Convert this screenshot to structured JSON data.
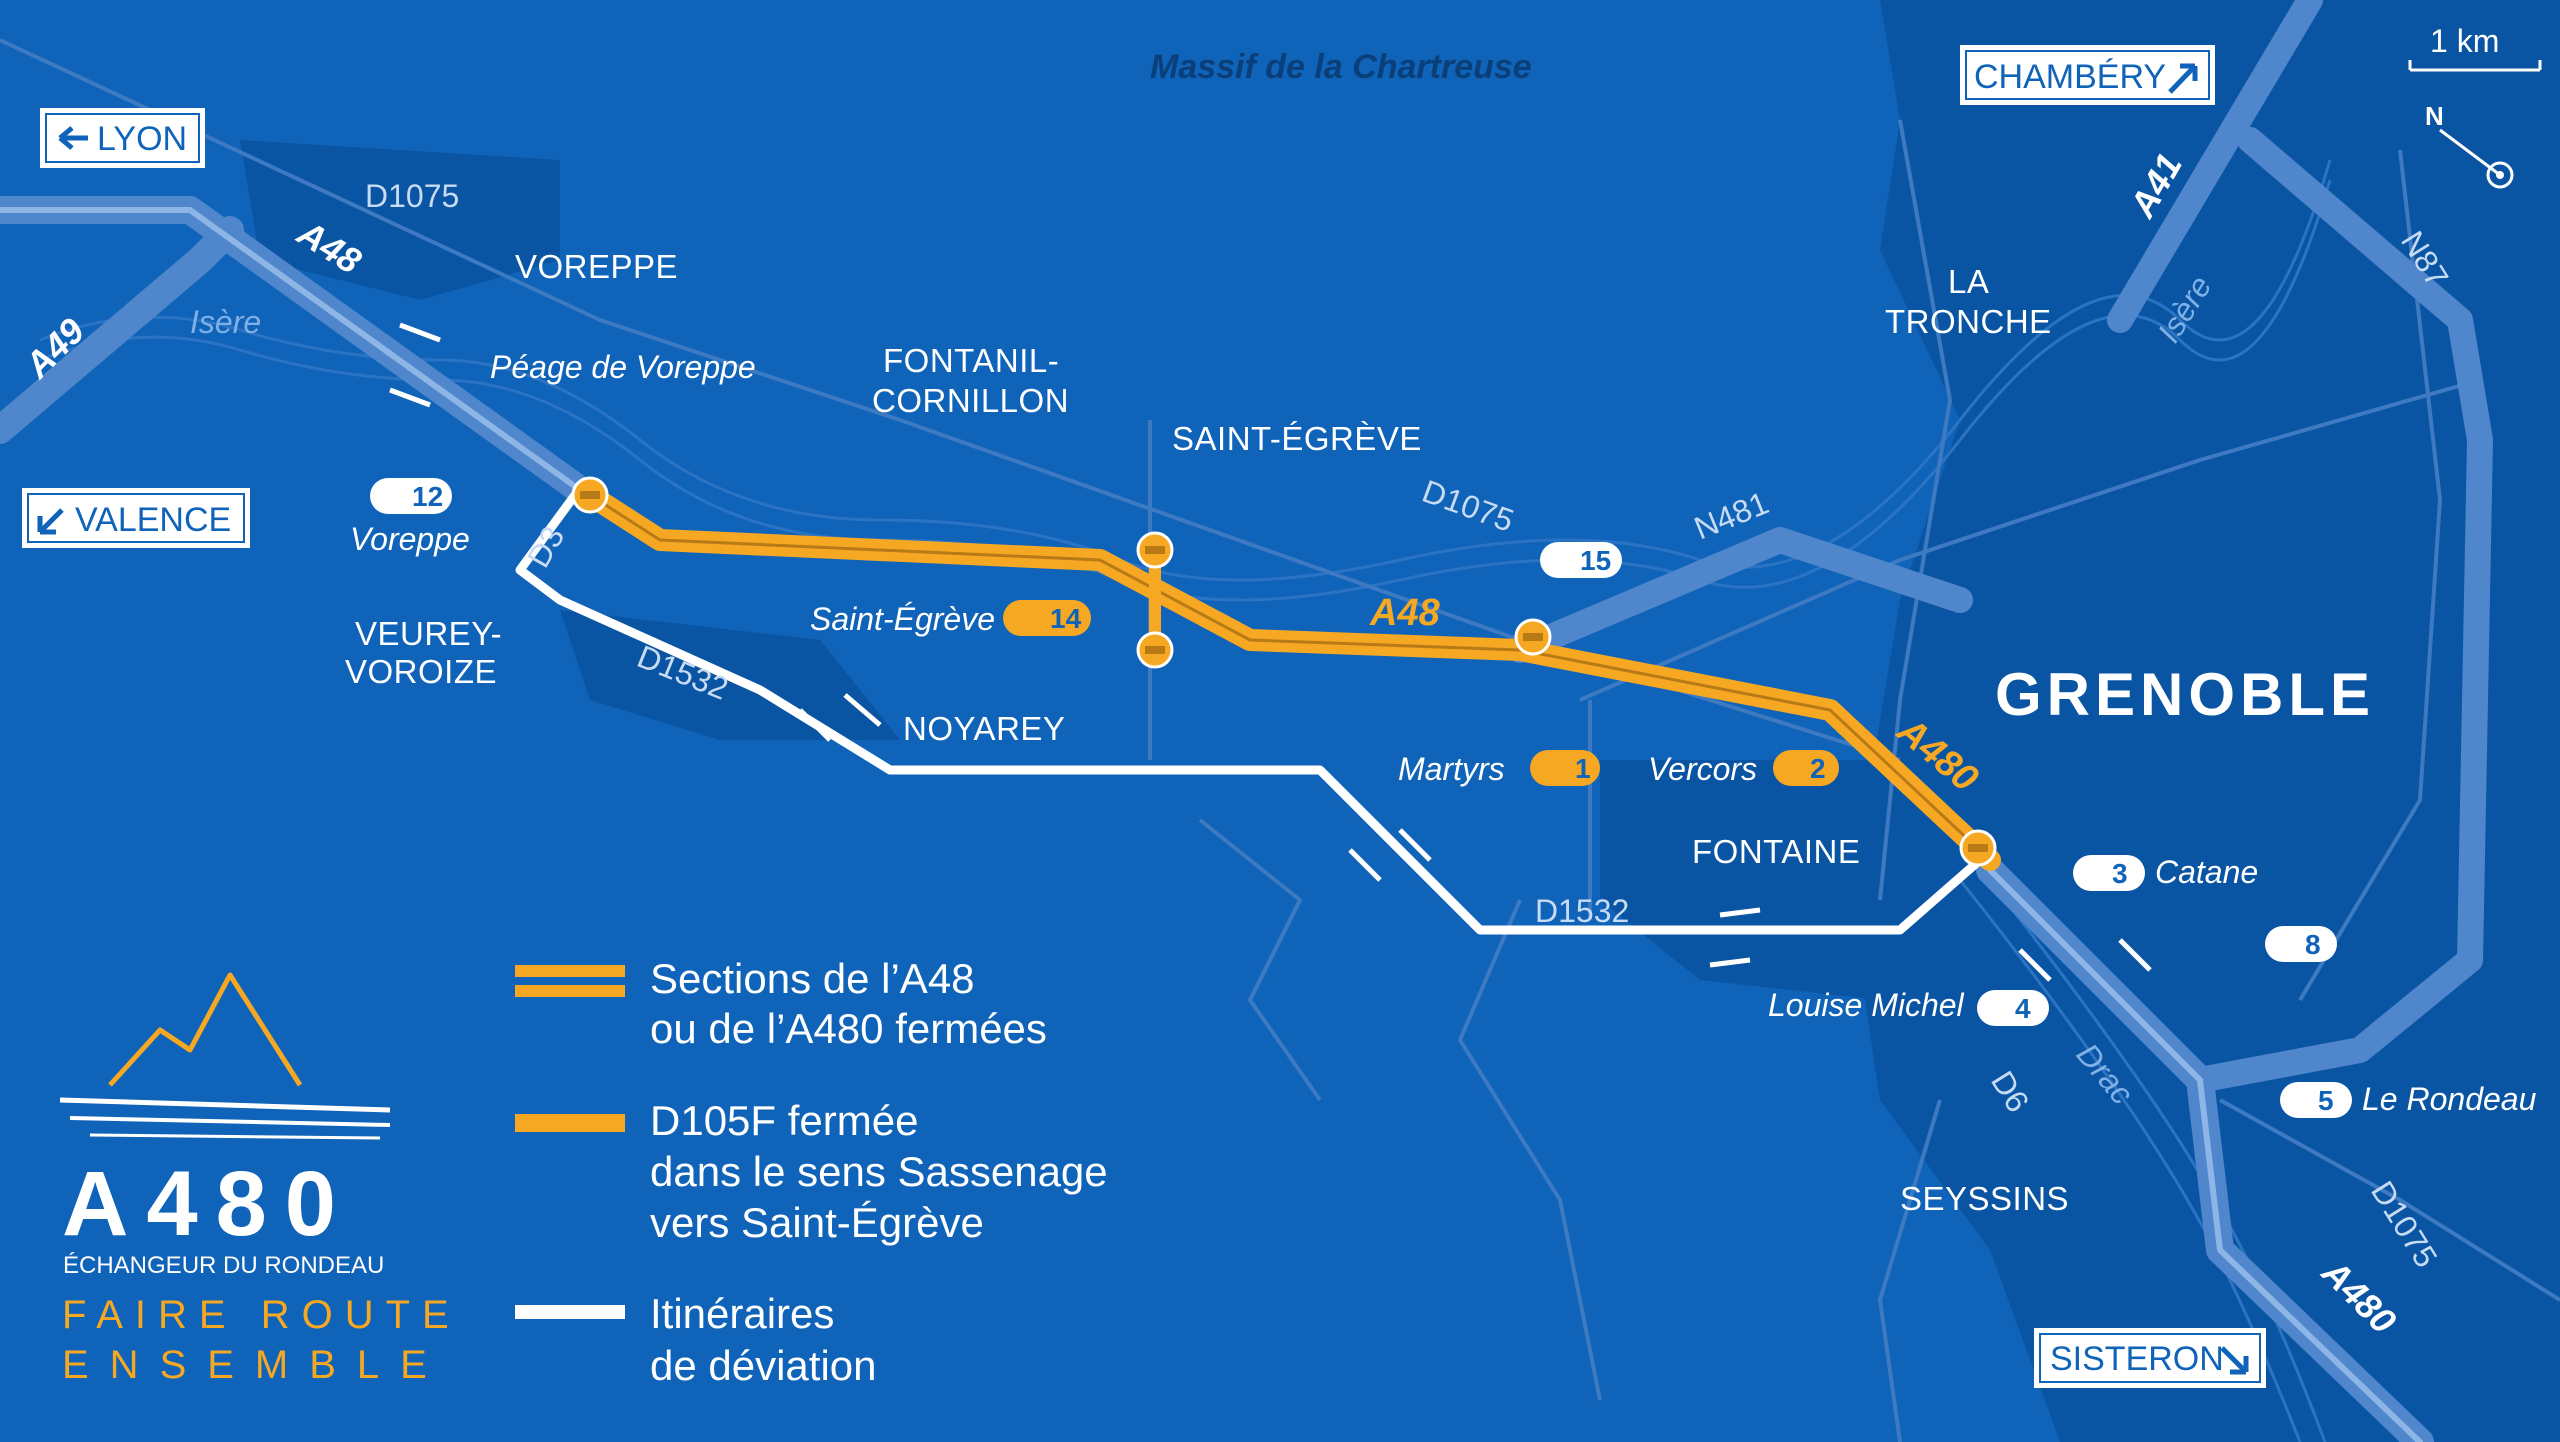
{
  "massif": "Massif de la Chartreuse",
  "scale": "1 km",
  "city_main": "GRENOBLE",
  "places": {
    "voreppe": "VOREPPE",
    "fontanil_1": "FONTANIL-",
    "fontanil_2": "CORNILLON",
    "saint_egreve": "SAINT-ÉGRÈVE",
    "la_tronche_1": "LA",
    "la_tronche_2": "TRONCHE",
    "veurey_1": "VEUREY-",
    "veurey_2": "VOROIZE",
    "noyarey": "NOYAREY",
    "fontaine": "FONTAINE",
    "seyssins": "SEYSSINS"
  },
  "roads": {
    "d1075_a": "D1075",
    "d1075_b": "D1075",
    "d1075_c": "D1075",
    "n481": "N481",
    "n87": "N87",
    "d3": "D3",
    "d1532_a": "D1532",
    "d1532_b": "D1532",
    "d6": "D6"
  },
  "rivers": {
    "isere_1": "Isère",
    "isere_2": "Isère",
    "drac": "Drac"
  },
  "highways": {
    "a48_white": "A48",
    "a49": "A49",
    "a41": "A41",
    "a48_orange": "A48",
    "a480_orange": "A480",
    "a480_white": "A480"
  },
  "peage": "Péage de Voreppe",
  "exits": [
    {
      "num": "12",
      "label": "Voreppe",
      "closed": false
    },
    {
      "num": "14",
      "label": "Saint-Égrève",
      "closed": true
    },
    {
      "num": "15",
      "label": "",
      "closed": false
    },
    {
      "num": "1",
      "label": "Martyrs",
      "closed": true
    },
    {
      "num": "2",
      "label": "Vercors",
      "closed": true
    },
    {
      "num": "3",
      "label": "Catane",
      "closed": false
    },
    {
      "num": "4",
      "label": "Louise Michel",
      "closed": false
    },
    {
      "num": "8",
      "label": "",
      "closed": false
    },
    {
      "num": "5",
      "label": "Le Rondeau",
      "closed": false
    }
  ],
  "signs": {
    "lyon": "LYON",
    "valence": "VALENCE",
    "chambery": "CHAMBÉRY",
    "sisteron": "SISTERON"
  },
  "legend": {
    "closed_highway_1": "Sections de l’A48",
    "closed_highway_2": "ou de l’A480 fermées",
    "d105f_1": "D105F fermée",
    "d105f_2": "dans le sens Sassenage",
    "d105f_3": "vers Saint-Égrève",
    "detour_1": "Itinéraires",
    "detour_2": "de déviation"
  },
  "logo": {
    "title": "A480",
    "subtitle": "ÉCHANGEUR DU RONDEAU",
    "slogan_1": "FAIRE ROUTE",
    "slogan_2": "ENSEMBLE"
  },
  "colors": {
    "background": "#0f63b8",
    "closed": "#f7a823",
    "detour": "#ffffff",
    "highway": "#4f86cc",
    "urban": "#0a55a3"
  }
}
